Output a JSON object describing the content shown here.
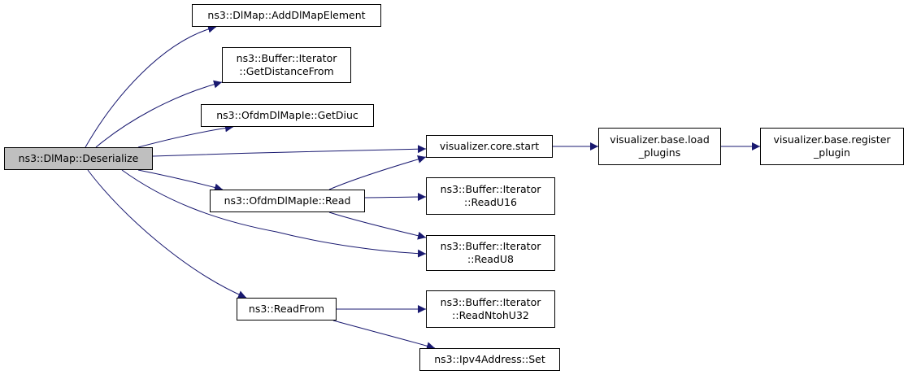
{
  "graph": {
    "root": "n_deserialize",
    "nodes": [
      {
        "id": "n_deserialize",
        "lines": [
          "ns3::DlMap::Deserialize"
        ],
        "highlight": true
      },
      {
        "id": "n_adddlmap",
        "lines": [
          "ns3::DlMap::AddDlMapElement"
        ]
      },
      {
        "id": "n_getdist",
        "lines": [
          "ns3::Buffer::Iterator",
          "::GetDistanceFrom"
        ]
      },
      {
        "id": "n_getdiuc",
        "lines": [
          "ns3::OfdmDlMapIe::GetDiuc"
        ]
      },
      {
        "id": "n_read",
        "lines": [
          "ns3::OfdmDlMapIe::Read"
        ]
      },
      {
        "id": "n_readfrom",
        "lines": [
          "ns3::ReadFrom"
        ]
      },
      {
        "id": "n_vcstart",
        "lines": [
          "visualizer.core.start"
        ]
      },
      {
        "id": "n_readu16",
        "lines": [
          "ns3::Buffer::Iterator",
          "::ReadU16"
        ]
      },
      {
        "id": "n_readu8",
        "lines": [
          "ns3::Buffer::Iterator",
          "::ReadU8"
        ]
      },
      {
        "id": "n_readntoh",
        "lines": [
          "ns3::Buffer::Iterator",
          "::ReadNtohU32"
        ]
      },
      {
        "id": "n_ipv4set",
        "lines": [
          "ns3::Ipv4Address::Set"
        ]
      },
      {
        "id": "n_loadplugins",
        "lines": [
          "visualizer.base.load",
          "_plugins"
        ]
      },
      {
        "id": "n_regplugin",
        "lines": [
          "visualizer.base.register",
          "_plugin"
        ]
      }
    ],
    "edges": [
      {
        "from": "n_deserialize",
        "to": "n_adddlmap"
      },
      {
        "from": "n_deserialize",
        "to": "n_getdist"
      },
      {
        "from": "n_deserialize",
        "to": "n_getdiuc"
      },
      {
        "from": "n_deserialize",
        "to": "n_vcstart"
      },
      {
        "from": "n_deserialize",
        "to": "n_read"
      },
      {
        "from": "n_deserialize",
        "to": "n_readu8"
      },
      {
        "from": "n_deserialize",
        "to": "n_readfrom"
      },
      {
        "from": "n_read",
        "to": "n_vcstart"
      },
      {
        "from": "n_read",
        "to": "n_readu16"
      },
      {
        "from": "n_read",
        "to": "n_readu8"
      },
      {
        "from": "n_readfrom",
        "to": "n_readntoh"
      },
      {
        "from": "n_readfrom",
        "to": "n_ipv4set"
      },
      {
        "from": "n_vcstart",
        "to": "n_loadplugins"
      },
      {
        "from": "n_loadplugins",
        "to": "n_regplugin"
      }
    ],
    "colors": {
      "edge": "#191970",
      "root_fill": "#bfbfbf",
      "node_fill": "#ffffff",
      "border": "#000000"
    }
  }
}
